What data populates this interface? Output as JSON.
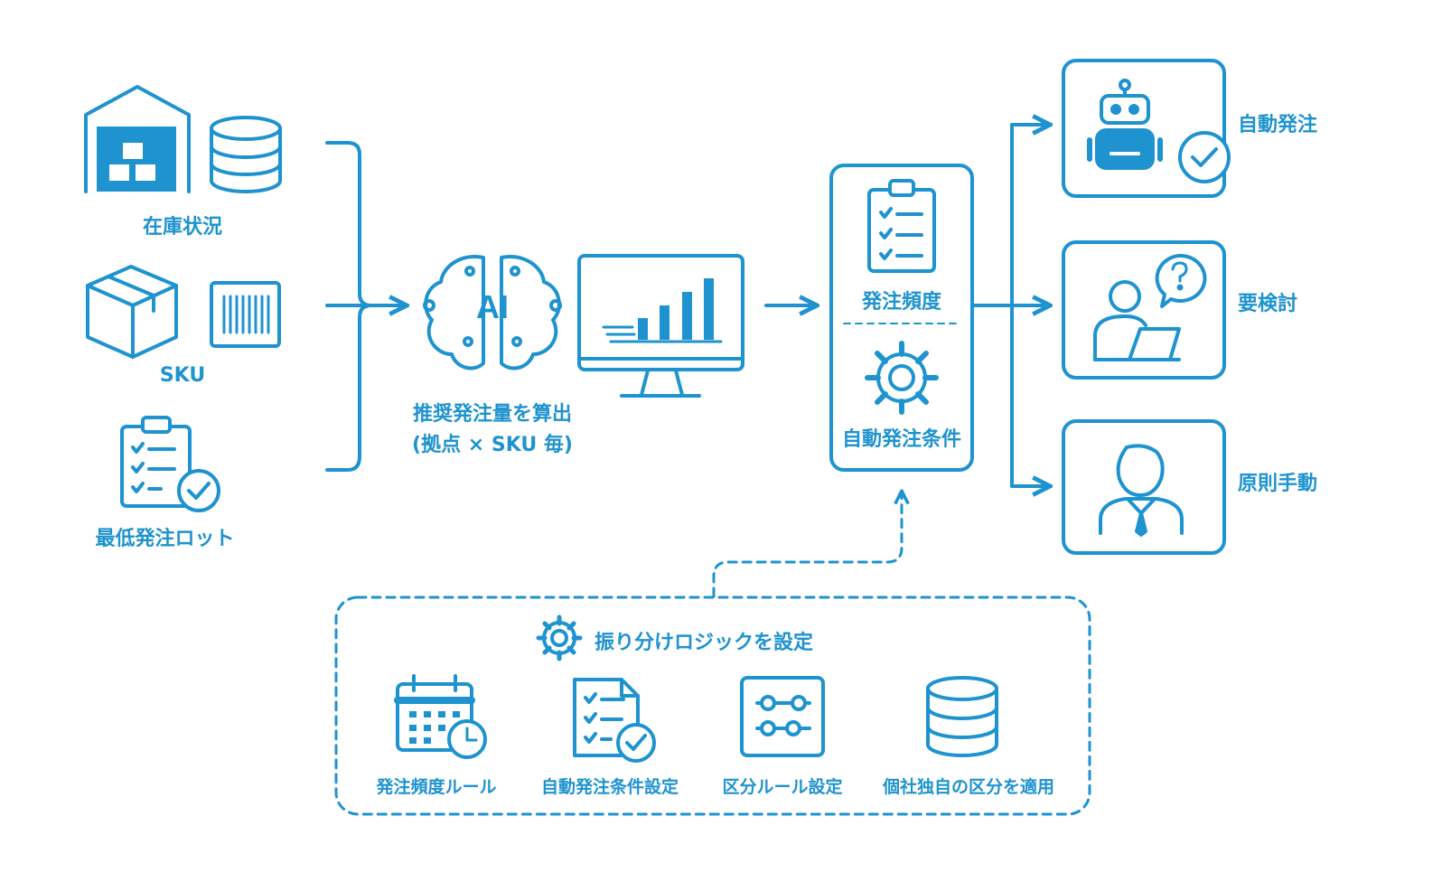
{
  "colors": {
    "accent": "#1e93cf",
    "background": "#ffffff"
  },
  "inputs": {
    "inventory": {
      "label": "在庫状況",
      "icons": [
        "warehouse-icon",
        "database-icon"
      ]
    },
    "sku": {
      "label": "SKU",
      "icons": [
        "box-icon",
        "barcode-icon"
      ]
    },
    "min_lot": {
      "label": "最低発注ロット",
      "icons": [
        "clipboard-check-icon"
      ]
    }
  },
  "ai": {
    "icon": "ai-brain-icon",
    "icon_text": "AI",
    "caption_line1": "推奨発注量を算出",
    "caption_line2": "(拠点 × SKU 毎)"
  },
  "monitor": {
    "icon": "monitor-chart-icon"
  },
  "conditions_panel": {
    "top_label": "発注頻度",
    "bottom_label": "自動発注条件",
    "icons": [
      "clipboard-icon",
      "gear-icon"
    ]
  },
  "outcomes": [
    {
      "label": "自動発注",
      "icon": "robot-check-icon"
    },
    {
      "label": "要検討",
      "icon": "person-question-icon"
    },
    {
      "label": "原則手動",
      "icon": "person-icon"
    }
  ],
  "logic": {
    "title": "振り分けロジックを設定",
    "title_icon": "gear-icon",
    "items": [
      {
        "label": "発注頻度ルール",
        "icon": "calendar-clock-icon"
      },
      {
        "label": "自動発注条件設定",
        "icon": "document-check-icon"
      },
      {
        "label": "区分ルール設定",
        "icon": "sliders-icon"
      },
      {
        "label": "個社独自の区分を適用",
        "icon": "database-icon"
      }
    ]
  }
}
